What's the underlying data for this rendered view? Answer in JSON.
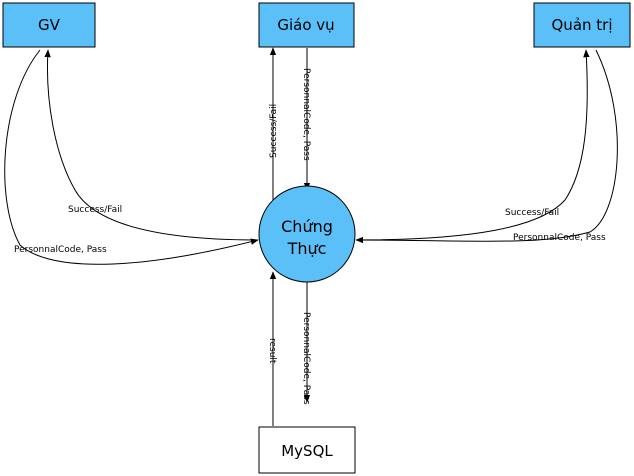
{
  "colors": {
    "node_fill": "#5BC0F8",
    "storage_fill": "#FFFFFF",
    "stroke": "#000000"
  },
  "nodes": {
    "gv": "GV",
    "giao_vu": "Giáo vụ",
    "quan_tri": "Quản trị",
    "process_line1": "Chứng",
    "process_line2": "Thực",
    "mysql": "MySQL"
  },
  "edges": {
    "gv_result": "Success/Fail",
    "gv_request": "PersonnalCode, Pass",
    "giaovu_result": "Success/Fail",
    "giaovu_request": "PersonnalCode, Pass",
    "quantri_result": "Success/Fail",
    "quantri_request": "PersonnalCode, Pass",
    "mysql_query": "PersonnalCode, Pass",
    "mysql_result": "result"
  }
}
